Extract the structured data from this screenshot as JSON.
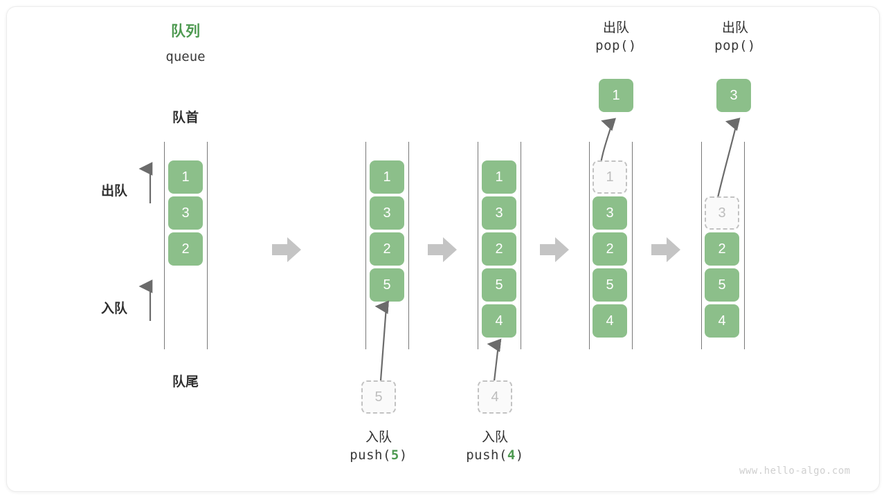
{
  "title": {
    "cn": "队列",
    "en": "queue"
  },
  "labels": {
    "front": "队首",
    "rear": "队尾",
    "dequeue": "出队",
    "enqueue": "入队"
  },
  "watermark": "www.hello-algo.com",
  "colors": {
    "cell_fill": "#8cbf8a",
    "cell_text": "#ffffff",
    "ghost_fill": "#fafafa",
    "ghost_text": "#bdbdbd",
    "ghost_border": "#c2c2c2",
    "accent_green": "#4e9a51",
    "rail": "#4a4a4a",
    "step_arrow": "#c4c4c4",
    "arrow_stroke": "#6b6b6b",
    "text_dark": "#2f2f2f",
    "watermark": "#cfcfcf"
  },
  "columns": [
    {
      "id": "initial",
      "cells": [
        "1",
        "3",
        "2"
      ],
      "ghost_top": null,
      "empty_top_slots": 0,
      "incoming": null,
      "outgoing": null,
      "caption_cn": null,
      "caption_code": null
    },
    {
      "id": "after-push-5",
      "cells": [
        "1",
        "3",
        "2",
        "5"
      ],
      "ghost_top": null,
      "empty_top_slots": 0,
      "incoming": "5",
      "outgoing": null,
      "caption_cn": "入队",
      "caption_code_pre": "push(",
      "caption_code_num": "5",
      "caption_code_post": ")"
    },
    {
      "id": "after-push-4",
      "cells": [
        "1",
        "3",
        "2",
        "5",
        "4"
      ],
      "ghost_top": null,
      "empty_top_slots": 0,
      "incoming": "4",
      "outgoing": null,
      "caption_cn": "入队",
      "caption_code_pre": "push(",
      "caption_code_num": "4",
      "caption_code_post": ")"
    },
    {
      "id": "after-pop-1",
      "cells": [
        "3",
        "2",
        "5",
        "4"
      ],
      "ghost_top": "1",
      "empty_top_slots": 0,
      "incoming": null,
      "outgoing": "1",
      "caption_cn": "出队",
      "caption_code_pre": "pop(",
      "caption_code_num": "",
      "caption_code_post": ")"
    },
    {
      "id": "after-pop-3",
      "cells": [
        "2",
        "5",
        "4"
      ],
      "ghost_top": "3",
      "empty_top_slots": 1,
      "incoming": null,
      "outgoing": "3",
      "caption_cn": "出队",
      "caption_code_pre": "pop(",
      "caption_code_num": "",
      "caption_code_post": ")"
    }
  ],
  "pop_results": [
    {
      "value": "1",
      "label_cn": "出队",
      "label_code": "pop()"
    },
    {
      "value": "3",
      "label_cn": "出队",
      "label_code": "pop()"
    }
  ],
  "push_pending": [
    {
      "value": "5"
    },
    {
      "value": "4"
    }
  ],
  "step_arrow_count": 4
}
